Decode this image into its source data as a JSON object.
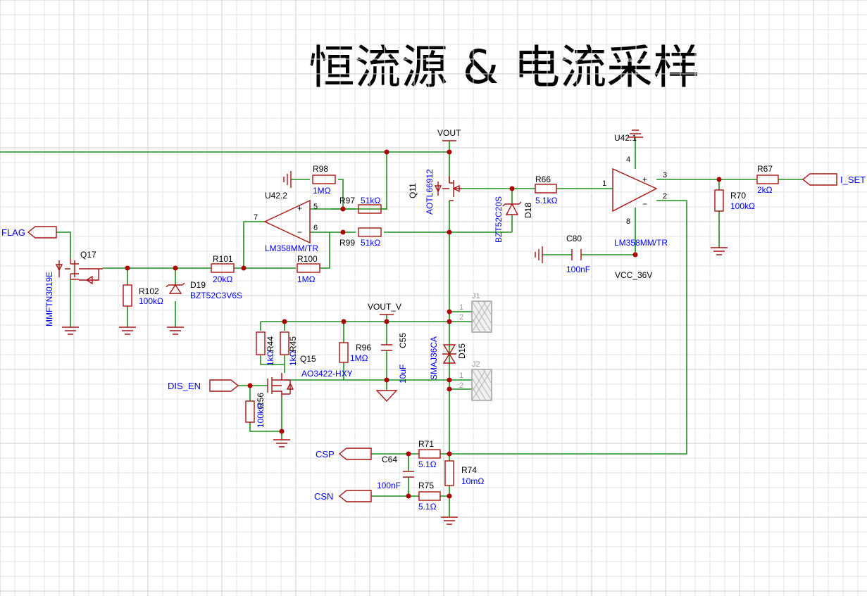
{
  "title": "恒流源 & 电流采样",
  "nets": {
    "vout": "VOUT",
    "vout_v": "VOUT_V",
    "vcc_36v": "VCC_36V",
    "flag": "FLAG",
    "dis_en": "DIS_EN",
    "csp": "CSP",
    "csn": "CSN",
    "i_set": "I_SET"
  },
  "components": {
    "r98": {
      "ref": "R98",
      "value": "1MΩ"
    },
    "r97": {
      "ref": "R97",
      "value": "51kΩ"
    },
    "r99": {
      "ref": "R99",
      "value": "51kΩ"
    },
    "r101": {
      "ref": "R101",
      "value": "20kΩ"
    },
    "r100": {
      "ref": "R100",
      "value": "1MΩ"
    },
    "r102": {
      "ref": "R102",
      "value": "100kΩ"
    },
    "d19": {
      "ref": "D19",
      "value": "BZT52C3V6S"
    },
    "q17": {
      "ref": "Q17",
      "value": "MMFTN3019E"
    },
    "u42_2": {
      "ref": "U42.2",
      "value": "LM358MM/TR"
    },
    "u42_1": {
      "ref": "U42.1",
      "value": "LM358MM/TR"
    },
    "q11": {
      "ref": "Q11",
      "value": "AOTL66912"
    },
    "d18": {
      "ref": "D18",
      "value": "BZT52C20S"
    },
    "r66": {
      "ref": "R66",
      "value": "5.1kΩ"
    },
    "c80": {
      "ref": "C80",
      "value": "100nF"
    },
    "r70": {
      "ref": "R70",
      "value": "100kΩ"
    },
    "r67": {
      "ref": "R67",
      "value": "2kΩ"
    },
    "r44": {
      "ref": "R44",
      "value": "1kΩ"
    },
    "r45": {
      "ref": "R45",
      "value": "1kΩ"
    },
    "q15": {
      "ref": "Q15",
      "value": "AO3422-HXY"
    },
    "r96": {
      "ref": "R96",
      "value": "1MΩ"
    },
    "c55": {
      "ref": "C55",
      "value": "10uF"
    },
    "r56": {
      "ref": "R56",
      "value": "100kΩ"
    },
    "d15": {
      "ref": "D15",
      "value": "SMAJ36CA"
    },
    "j1": {
      "ref": "J1"
    },
    "j2": {
      "ref": "J2"
    },
    "r71": {
      "ref": "R71",
      "value": "5.1Ω"
    },
    "r75": {
      "ref": "R75",
      "value": "5.1Ω"
    },
    "c64": {
      "ref": "C64",
      "value": "100nF"
    },
    "r74": {
      "ref": "R74",
      "value": "10mΩ"
    }
  },
  "pins": {
    "u42_2_in_p": "5",
    "u42_2_in_n": "6",
    "u42_2_out": "7",
    "u42_1_in_p": "1",
    "u42_1_out": "3",
    "u42_1_in_n": "2",
    "u42_1_vcc": "4",
    "u42_1_gnd": "8",
    "plus": "+",
    "minus": "−",
    "j_pin1": "1",
    "j_pin2": "2"
  },
  "colors": {
    "wire": "#1e8f1e",
    "component": "#a81414",
    "ref_text": "#000000",
    "value_text": "#0000ff",
    "grid": "#e3e3e3"
  }
}
